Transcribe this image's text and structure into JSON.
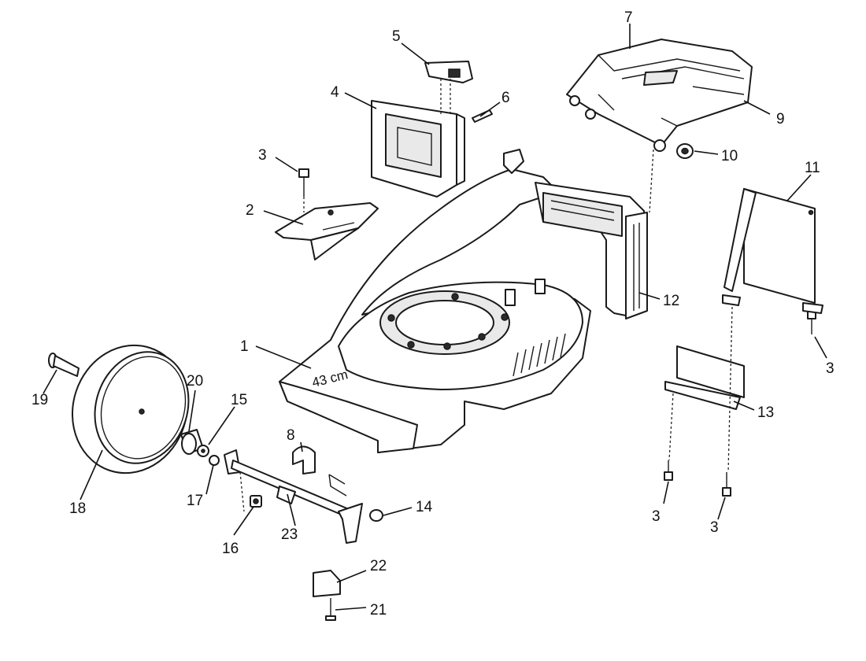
{
  "deck_stamp": "43 cm",
  "callouts": [
    {
      "id": "c1",
      "label": "1"
    },
    {
      "id": "c2",
      "label": "2"
    },
    {
      "id": "c3a",
      "label": "3"
    },
    {
      "id": "c3b",
      "label": "3"
    },
    {
      "id": "c3c",
      "label": "3"
    },
    {
      "id": "c3d",
      "label": "3"
    },
    {
      "id": "c4",
      "label": "4"
    },
    {
      "id": "c5",
      "label": "5"
    },
    {
      "id": "c6",
      "label": "6"
    },
    {
      "id": "c7",
      "label": "7"
    },
    {
      "id": "c8",
      "label": "8"
    },
    {
      "id": "c9",
      "label": "9"
    },
    {
      "id": "c10",
      "label": "10"
    },
    {
      "id": "c11",
      "label": "11"
    },
    {
      "id": "c12",
      "label": "12"
    },
    {
      "id": "c13",
      "label": "13"
    },
    {
      "id": "c14",
      "label": "14"
    },
    {
      "id": "c15",
      "label": "15"
    },
    {
      "id": "c16",
      "label": "16"
    },
    {
      "id": "c17",
      "label": "17"
    },
    {
      "id": "c18",
      "label": "18"
    },
    {
      "id": "c19",
      "label": "19"
    },
    {
      "id": "c20",
      "label": "20"
    },
    {
      "id": "c21",
      "label": "21"
    },
    {
      "id": "c22",
      "label": "22"
    },
    {
      "id": "c23",
      "label": "23"
    }
  ]
}
